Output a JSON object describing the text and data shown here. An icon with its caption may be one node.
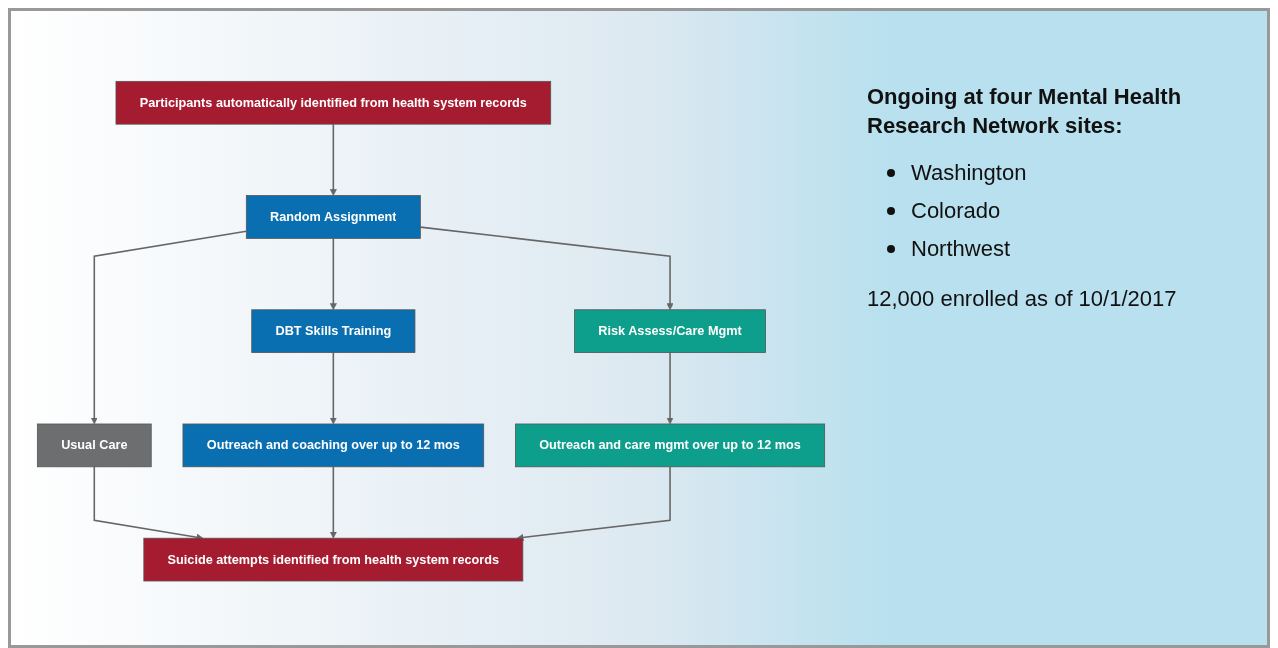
{
  "diagram": {
    "nodes": [
      {
        "text": [
          "Participants automatically identified from health system records"
        ]
      },
      {
        "text": [
          "Random Assignment"
        ]
      },
      {
        "text": [
          "Usual Care"
        ]
      },
      {
        "text": [
          "DBT Skills Training"
        ]
      },
      {
        "text": [
          "Risk Assess/Care Mgmt"
        ]
      },
      {
        "text": [
          "Outreach and coaching over up to 12 mos"
        ]
      },
      {
        "text": [
          "Outreach and care mgmt over up to 12 mos"
        ]
      },
      {
        "text": [
          "Suicide attempts identified from health system records"
        ]
      }
    ],
    "edges": [
      {
        "from": 0,
        "to": 1,
        "arrow": "to"
      },
      {
        "from": 1,
        "to": 2,
        "arrow": "to"
      },
      {
        "from": 1,
        "to": 3,
        "arrow": "to"
      },
      {
        "from": 1,
        "to": 4,
        "arrow": "to"
      },
      {
        "from": 3,
        "to": 5,
        "arrow": "to"
      },
      {
        "from": 4,
        "to": 6,
        "arrow": "to"
      },
      {
        "from": 2,
        "to": 7,
        "arrow": "to"
      },
      {
        "from": 5,
        "to": 7,
        "arrow": "to"
      },
      {
        "from": 6,
        "to": 7,
        "arrow": "to"
      }
    ],
    "labels": [
      "Ongoing at four Mental Health Research Network sites:",
      "Washington",
      "Colorado",
      "Northwest",
      "12,000 enrolled as of 10/1/2017"
    ]
  }
}
